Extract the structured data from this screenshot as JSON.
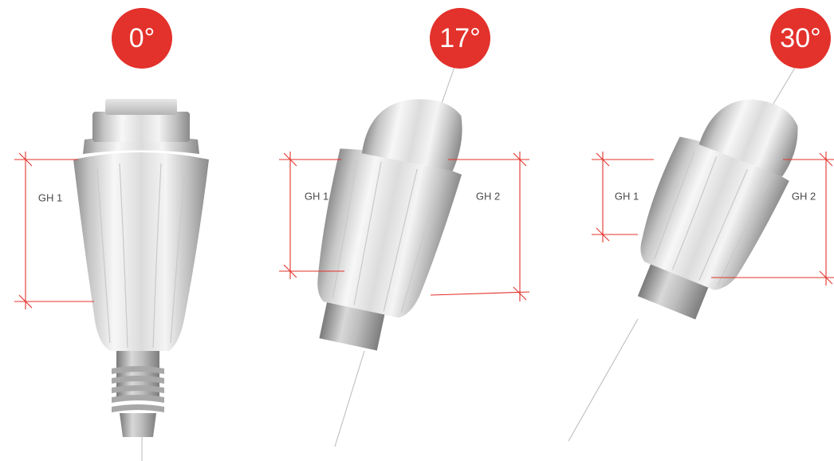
{
  "abutments": [
    {
      "angle_label": "0°",
      "dimensions": [
        "GH 1"
      ]
    },
    {
      "angle_label": "17°",
      "dimensions": [
        "GH 1",
        "GH 2"
      ]
    },
    {
      "angle_label": "30°",
      "dimensions": [
        "GH 1",
        "GH 2"
      ]
    }
  ],
  "colors": {
    "badge": "#e3312b",
    "dimension_line": "#e3312b",
    "metal_light": "#f7f7f7",
    "metal_dark": "#8e8e8e"
  }
}
